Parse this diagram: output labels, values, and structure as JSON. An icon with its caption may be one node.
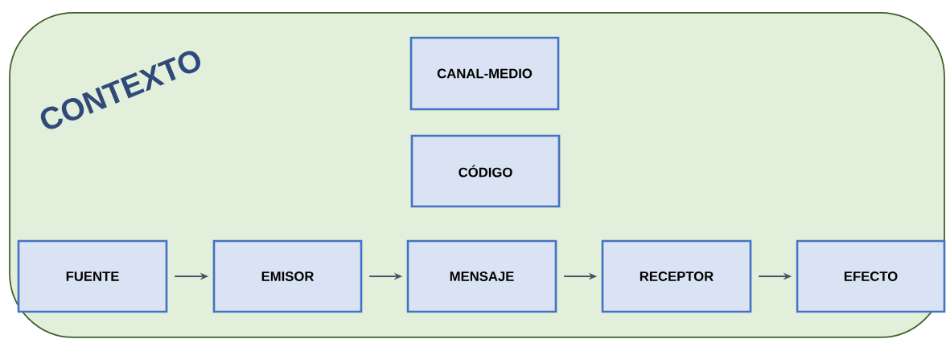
{
  "diagram": {
    "nodes": [
      {
        "text": [
          "CONTEXTO"
        ]
      },
      {
        "text": [
          "CANAL-MEDIO"
        ],
        "in": 0
      },
      {
        "text": [
          "CÓDIGO"
        ],
        "in": 0
      },
      {
        "text": [
          "FUENTE"
        ],
        "in": 0
      },
      {
        "text": [
          "EMISOR"
        ],
        "in": 0
      },
      {
        "text": [
          "MENSAJE"
        ],
        "in": 0
      },
      {
        "text": [
          "RECEPTOR"
        ],
        "in": 0
      },
      {
        "text": [
          "EFECTO"
        ],
        "in": 0
      }
    ],
    "edges": [
      {
        "from": 3,
        "to": 4,
        "arrow": "to"
      },
      {
        "from": 4,
        "to": 5,
        "arrow": "to"
      },
      {
        "from": 5,
        "to": 6,
        "arrow": "to"
      },
      {
        "from": 6,
        "to": 7,
        "arrow": "to"
      }
    ]
  }
}
